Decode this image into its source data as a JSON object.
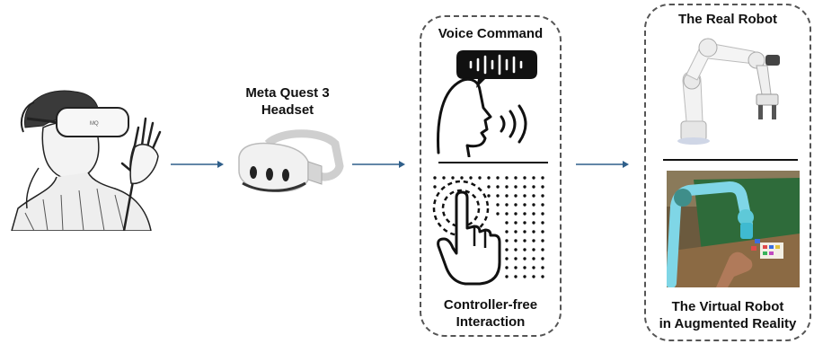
{
  "headset": {
    "line1": "Meta Quest 3",
    "line2": "Headset"
  },
  "input_box": {
    "voice_title": "Voice Command",
    "gesture_title_line1": "Controller-free",
    "gesture_title_line2": "Interaction"
  },
  "output_box": {
    "real_title": "The Real Robot",
    "virtual_title_line1": "The Virtual Robot",
    "virtual_title_line2": "in Augmented Reality"
  },
  "colors": {
    "arrow": "#2f5f8a",
    "dash": "#555555"
  }
}
